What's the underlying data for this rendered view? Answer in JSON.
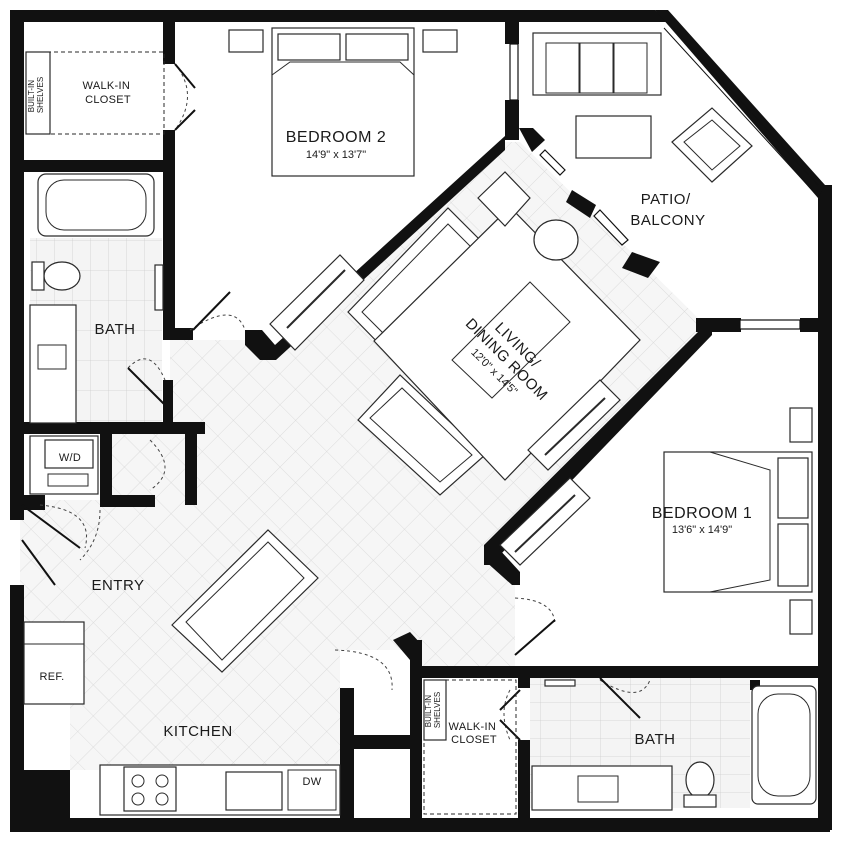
{
  "plan": {
    "rooms": {
      "bedroom2": {
        "name": "BEDROOM 2",
        "dims": "14'9\" x 13'7\""
      },
      "bedroom1": {
        "name": "BEDROOM 1",
        "dims": "13'6\" x 14'9\""
      },
      "living": {
        "name_line1": "LIVING/",
        "name_line2": "DINING ROOM",
        "dims": "12'0\" x 14'5\""
      },
      "patio": {
        "name_line1": "PATIO/",
        "name_line2": "BALCONY"
      },
      "bath_upper": {
        "name": "BATH"
      },
      "bath_lower": {
        "name": "BATH"
      },
      "closet_upper": {
        "name_line1": "WALK-IN",
        "name_line2": "CLOSET",
        "shelves_line1": "BUILT-IN",
        "shelves_line2": "SHELVES"
      },
      "closet_lower": {
        "name_line1": "WALK-IN",
        "name_line2": "CLOSET",
        "shelves_line1": "BUILT-IN",
        "shelves_line2": "SHELVES"
      },
      "entry": {
        "name": "ENTRY"
      },
      "kitchen": {
        "name": "KITCHEN"
      }
    },
    "appliances": {
      "washer_dryer": "W/D",
      "refrigerator": "REF.",
      "dishwasher": "DW"
    }
  }
}
